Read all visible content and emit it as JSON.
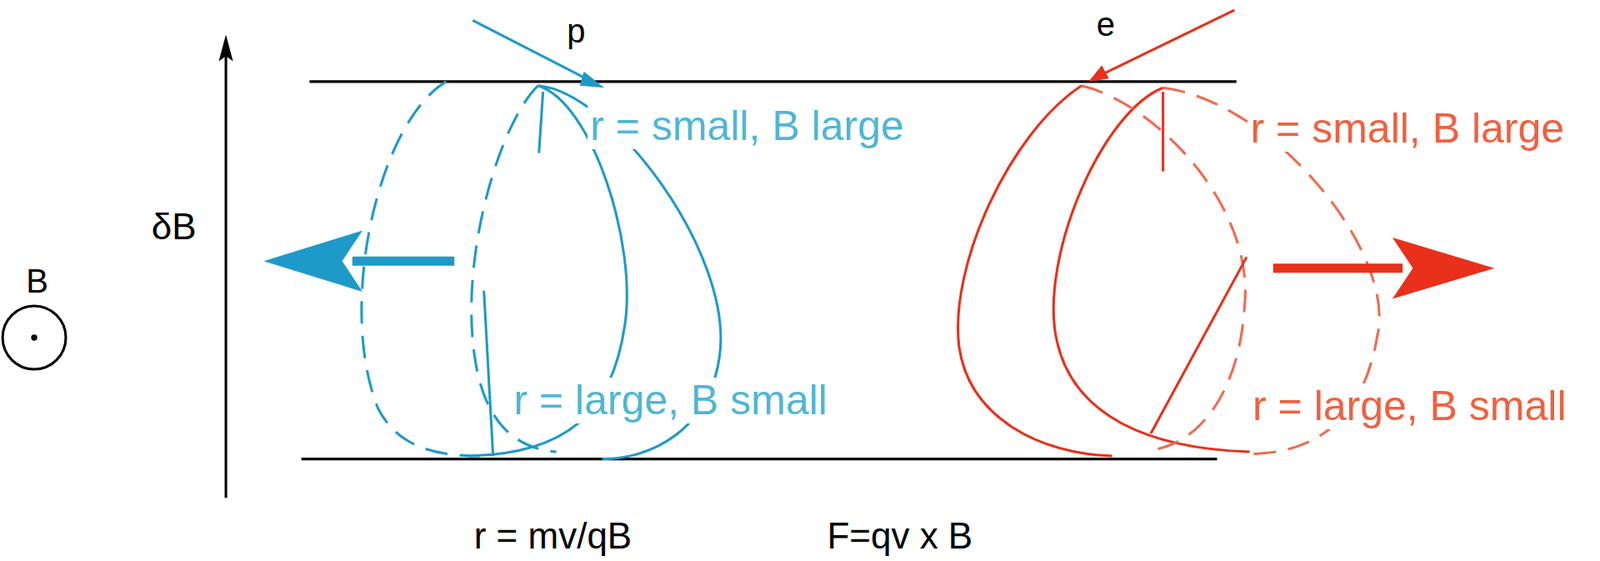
{
  "diagram": {
    "labels": [
      "p",
      "e",
      "r = small, B large",
      "r = small, B large",
      "δB",
      "B",
      "r = large, B small",
      "r = large, B small",
      "r = mv/qB",
      "F=qv x B"
    ]
  }
}
